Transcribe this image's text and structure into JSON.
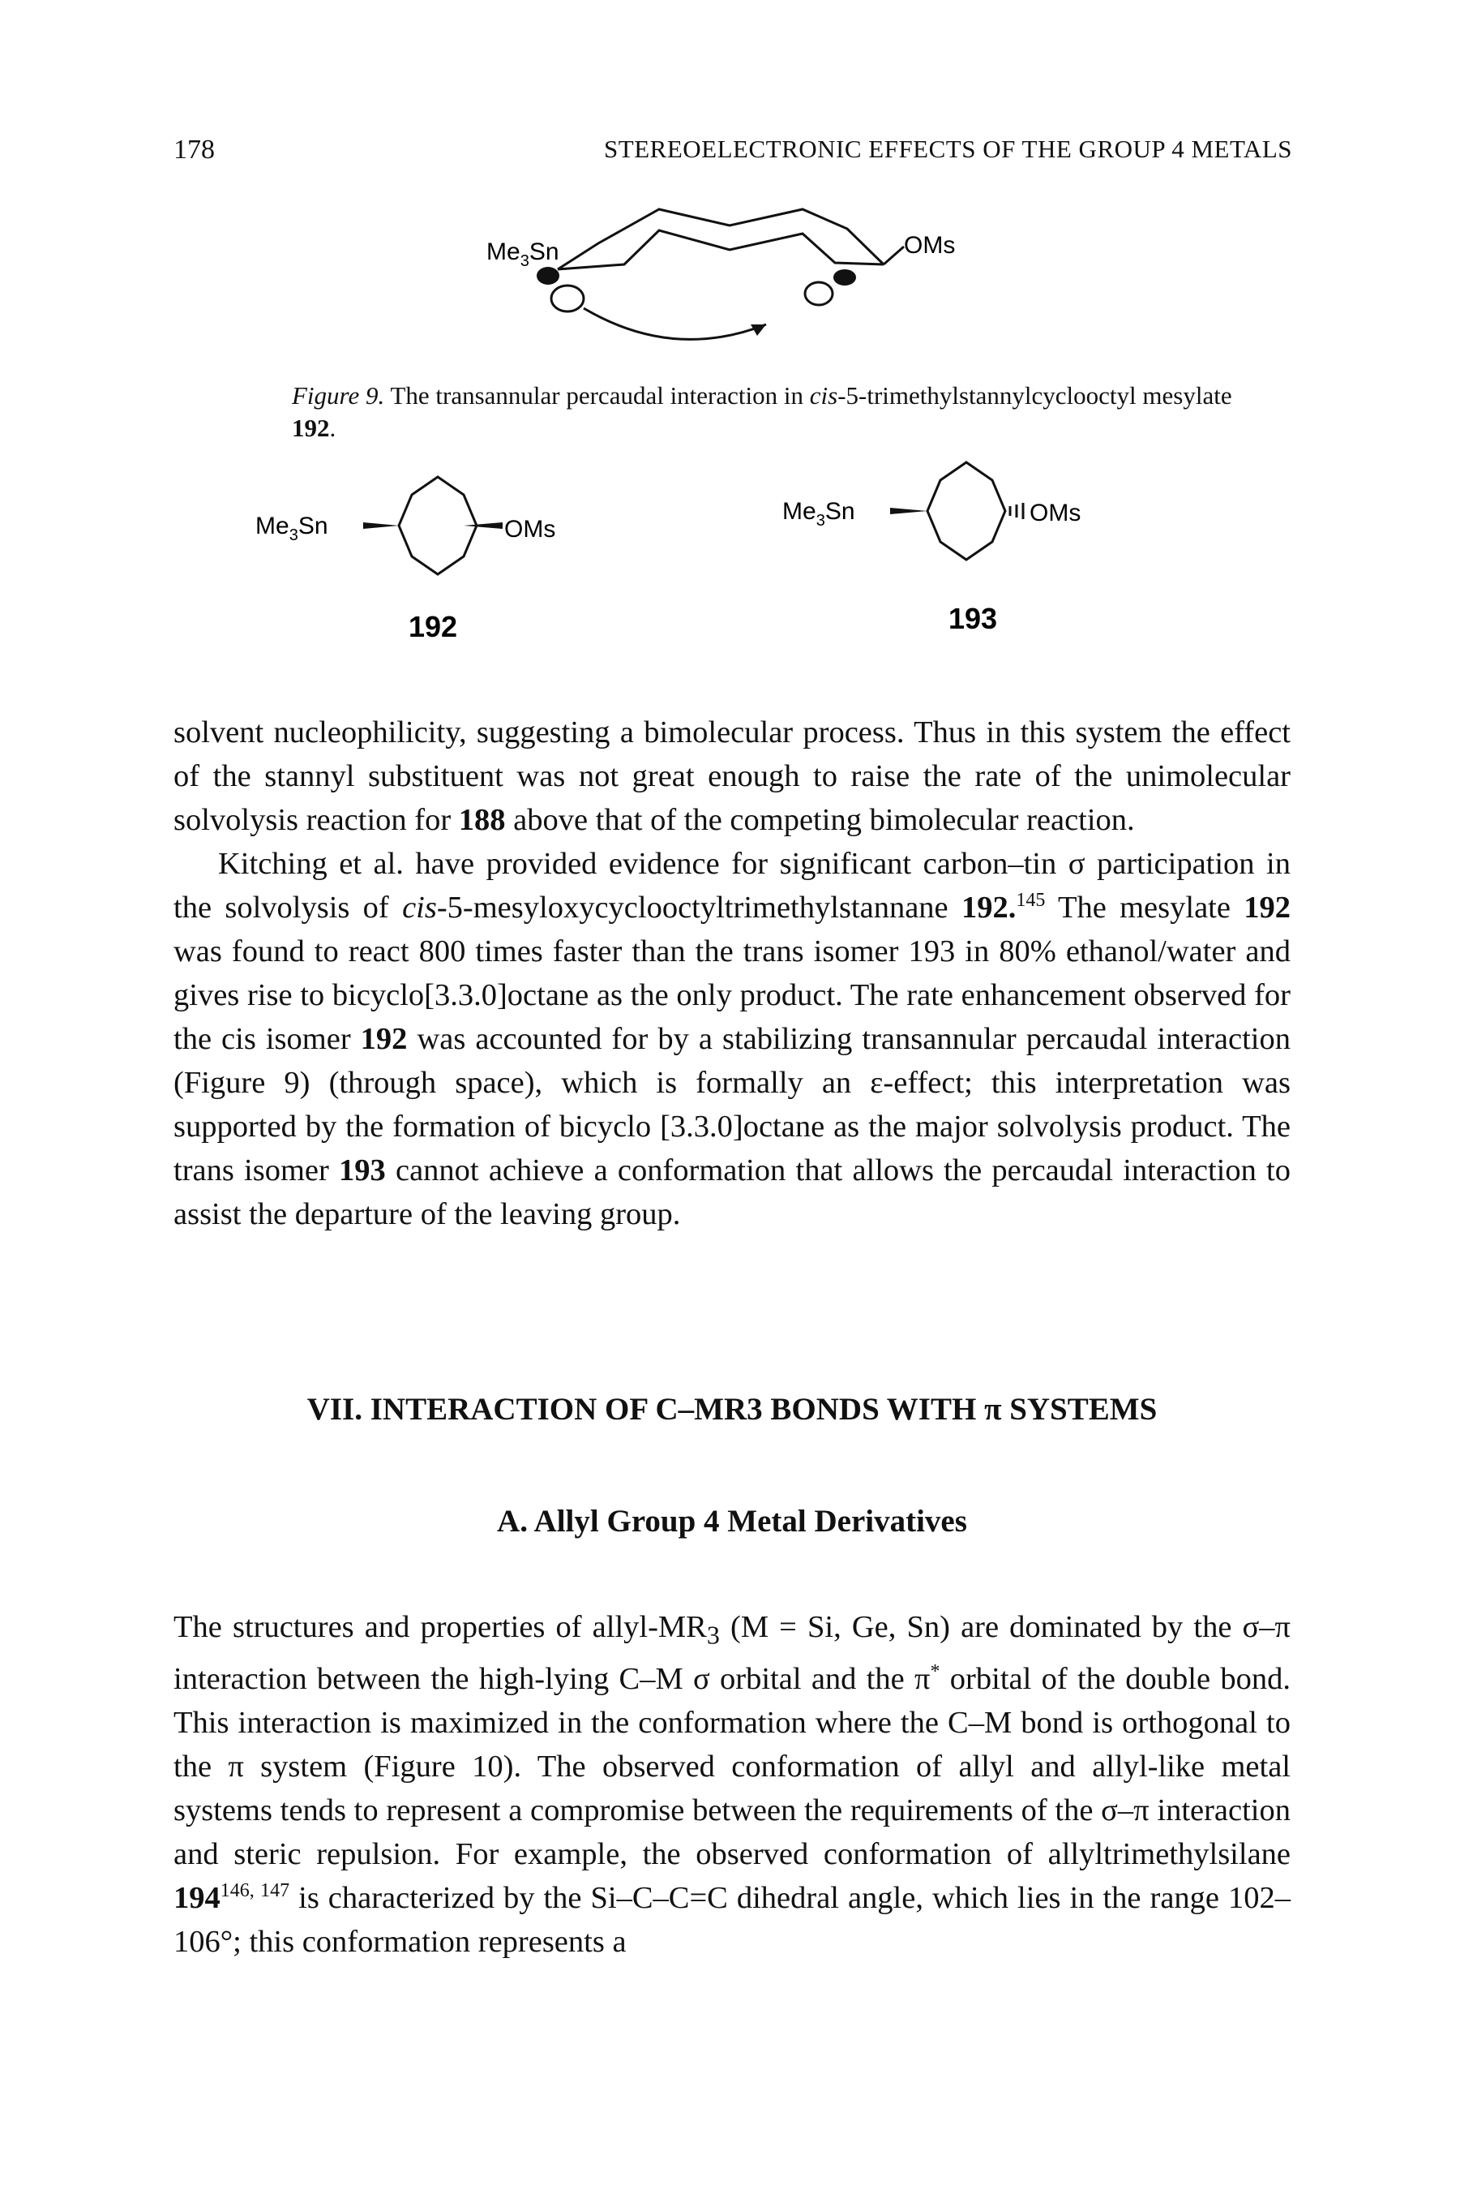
{
  "header": {
    "page_number": "178",
    "running_title": "STEREOELECTRONIC EFFECTS OF THE GROUP 4 METALS"
  },
  "figure9": {
    "left_group": "Me3Sn",
    "right_group": "OMs",
    "caption_label": "Figure 9.",
    "caption_pre": "The transannular percaudal interaction in ",
    "caption_italic": "cis",
    "caption_post": "-5-trimethylstannylcyclooctyl mesylate ",
    "caption_compound": "192",
    "caption_end": "."
  },
  "compounds": {
    "c192": {
      "left_group": "Me3Sn",
      "right_group": "OMs",
      "number": "192"
    },
    "c193": {
      "left_group": "Me3Sn",
      "right_group": "OMs",
      "number": "193"
    }
  },
  "para1": {
    "t1": "solvent nucleophilicity, suggesting a bimolecular process. Thus in this system the effect of the stannyl substituent was not great enough to raise the rate of the unimolecular solvolysis reaction for ",
    "b1": "188",
    "t2": " above that of the competing bimolecular reaction."
  },
  "para2": {
    "t1": "Kitching et al. have provided evidence for significant carbon–tin σ participation in the solvolysis of ",
    "i1": "cis",
    "t2": "-5-mesyloxycyclooctyltrimethylstannane ",
    "b1": "192.",
    "s1": "145",
    "t3": " The mesylate ",
    "b2": "192",
    "t4": " was found to react 800 times faster than the trans isomer 193 in 80% ethanol/water and gives rise to bicyclo[3.3.0]octane as the only product. The rate enhancement observed for the cis isomer ",
    "b3": "192",
    "t5": " was accounted for by a stabilizing transannular percaudal interaction (Figure 9) (through space), which is formally an ε-effect; this interpretation was supported by the formation of bicyclo [3.3.0]octane as the major solvolysis product. The trans isomer ",
    "b4": "193",
    "t6": " cannot achieve a conformation that allows the percaudal interaction to assist the departure of the leaving group."
  },
  "section_heading": "VII.  INTERACTION OF C–MR3 BONDS WITH π SYSTEMS",
  "subsection_heading": "A.  Allyl Group 4 Metal Derivatives",
  "para3": {
    "t1": "The structures and properties of allyl-MR",
    "sub1": "3",
    "t2": " (M = Si, Ge, Sn) are dominated by the σ–π interaction between the high-lying C–M σ orbital and the π",
    "s1": "*",
    "t3": " orbital of the double bond. This interaction is maximized in the conformation where the C–M bond is orthogonal to the π system (Figure 10). The observed conformation of allyl and allyl-like metal systems tends to represent a compromise between the requirements of the σ–π interaction and steric repulsion. For example, the observed conformation of allyltrimethylsilane ",
    "b1": "194",
    "s2": "146, 147",
    "t4": " is characterized by the Si–C–C=C dihedral angle, which lies in the range 102–106°; this conformation represents a"
  }
}
